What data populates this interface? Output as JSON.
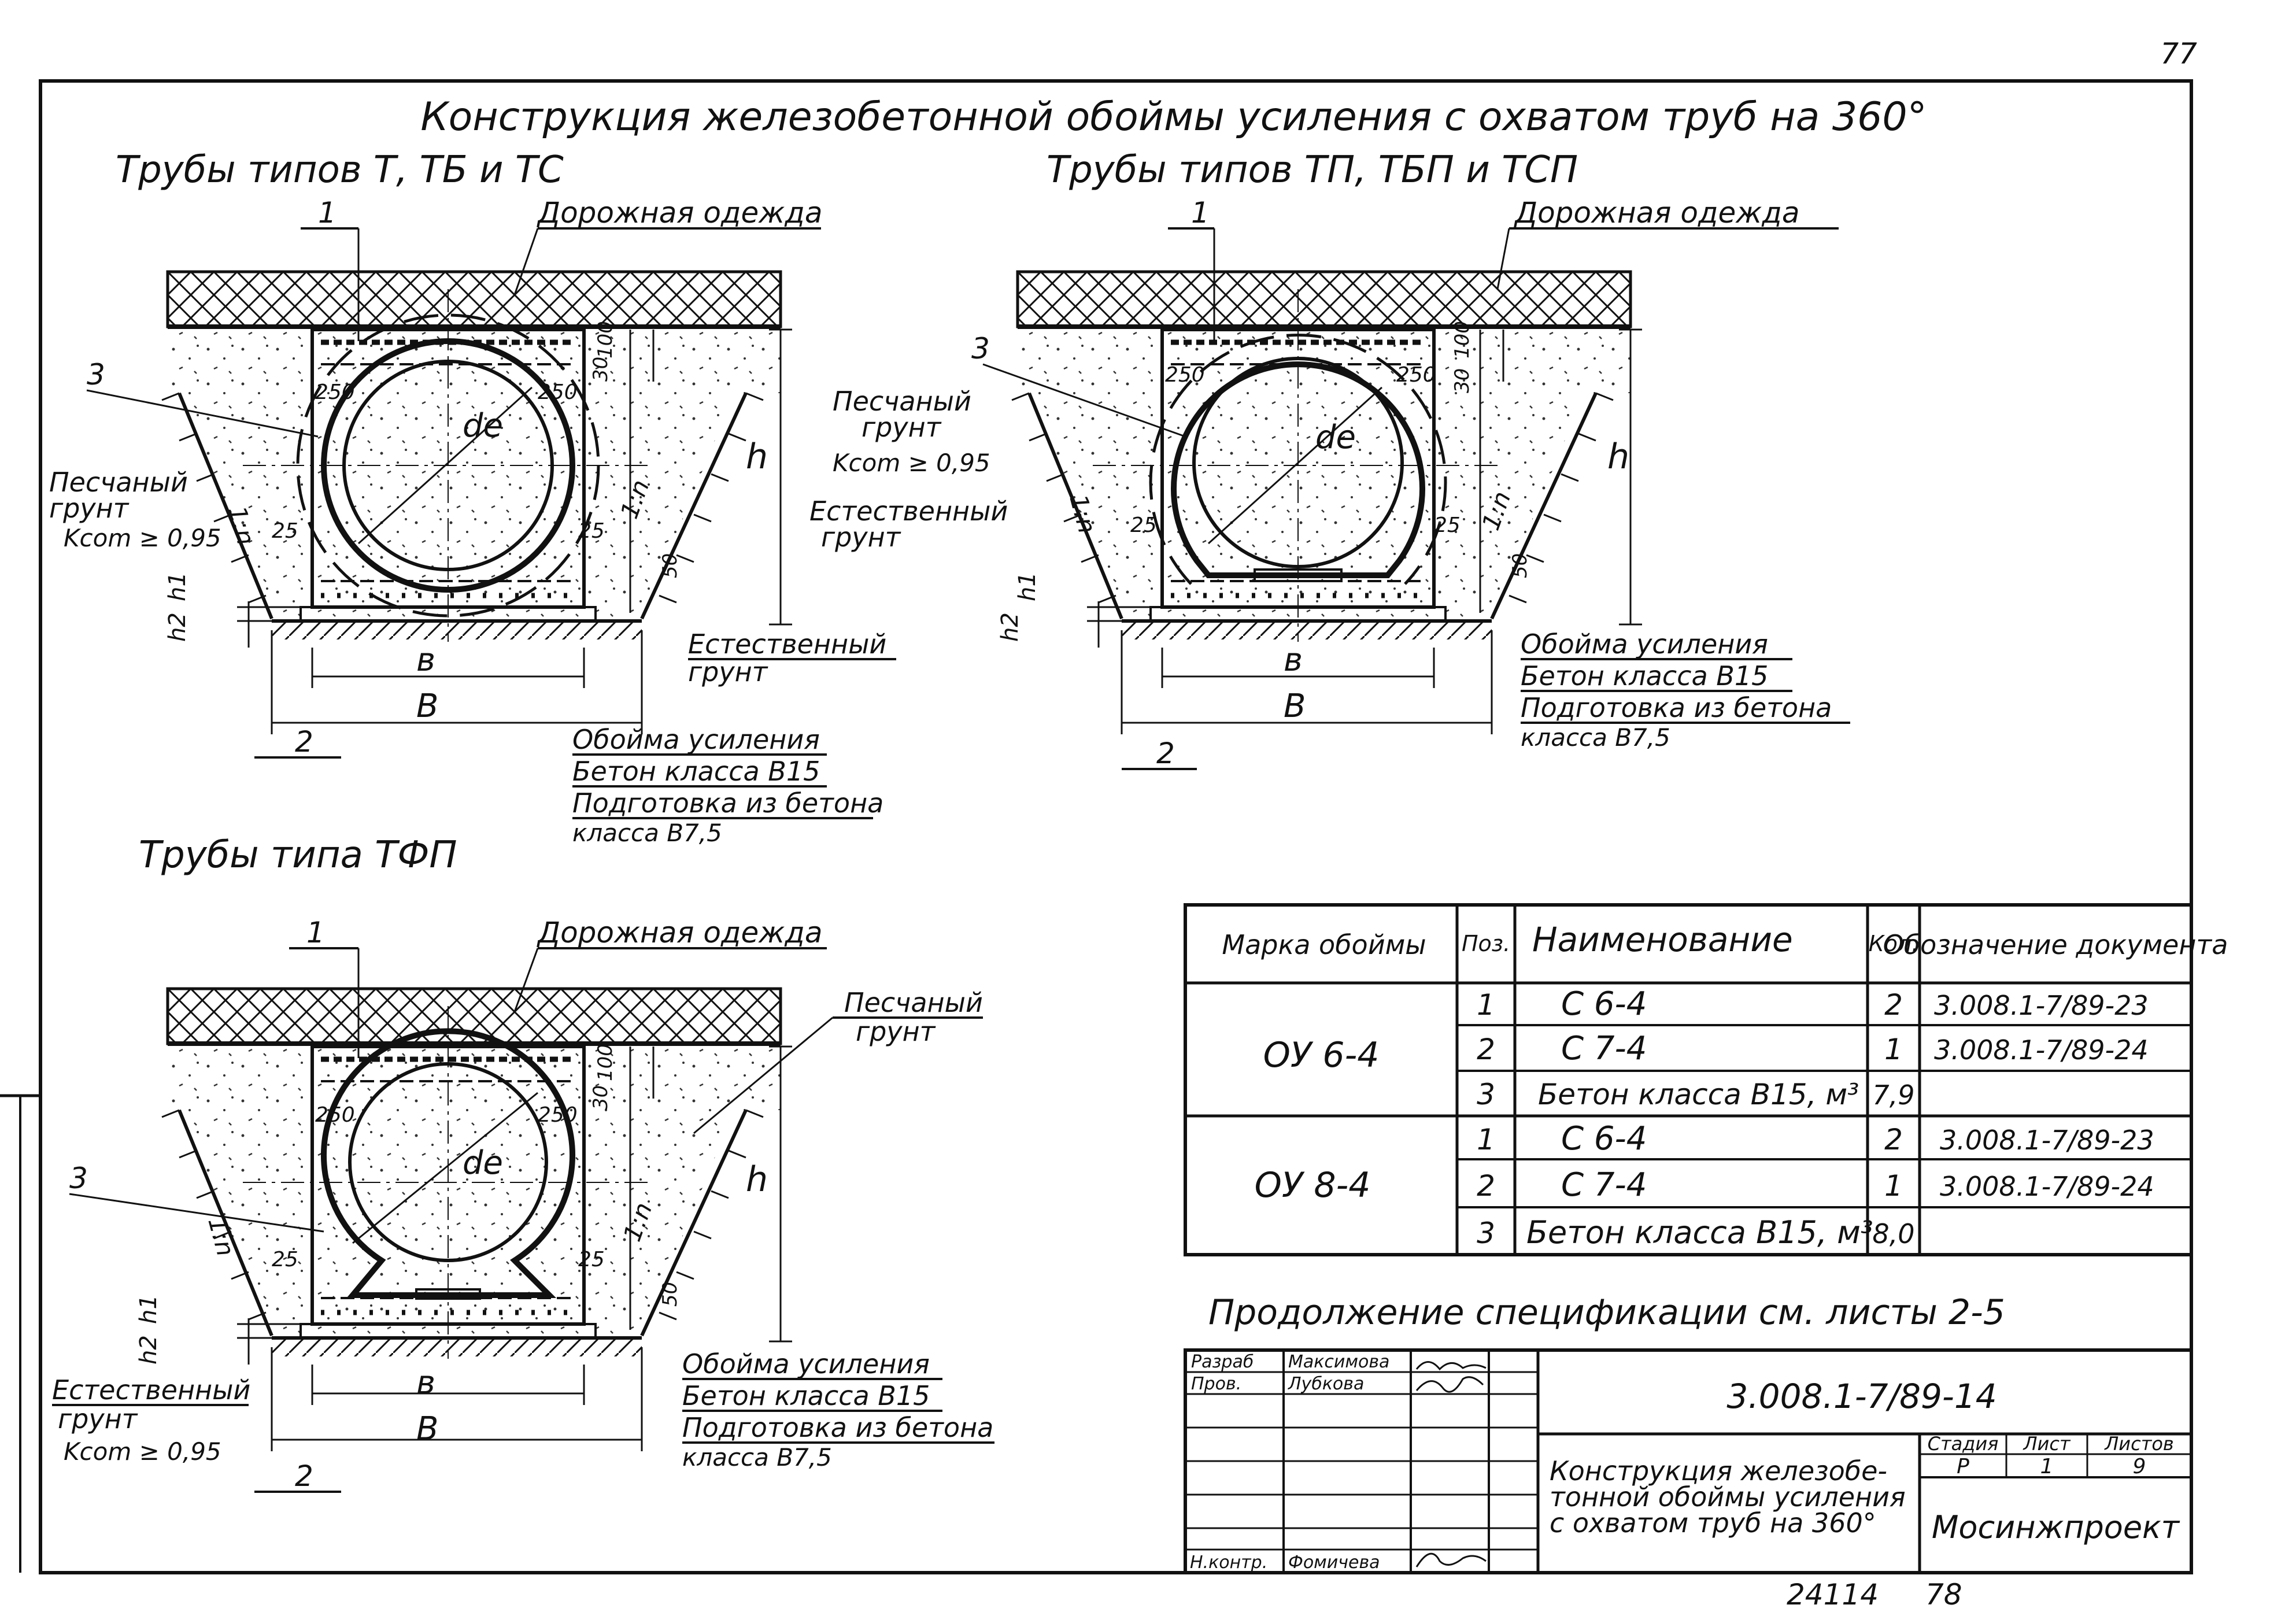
{
  "page_number": "77",
  "title": "Конструкция железобетонной обоймы усиления с охватом труб на 360°",
  "sections": [
    {
      "heading": "Трубы типов Т, ТБ и ТС"
    },
    {
      "heading": "Трубы типов ТП, ТБП и ТСП"
    },
    {
      "heading": "Трубы типа ТФП"
    }
  ],
  "labels": {
    "road": "Дорожная одежда",
    "sand": "Песчаный грунт",
    "sand_line1": "Песчаный",
    "sand_line2": "грунт",
    "kcom": "Kcom ≥ 0,95",
    "natural": "Естественный грунт",
    "natural_line1": "Естественный",
    "natural_line2": "грунт",
    "cage": "Обойма усиления",
    "concrete": "Бетон класса В15",
    "prep": "Подготовка из бетона",
    "prep2": "класса В7,5",
    "de": "de",
    "h": "h",
    "h1": "h1",
    "h2": "h2",
    "b_small": "в",
    "b_big": "В",
    "slope": "1:n",
    "pos1": "1",
    "pos2": "2",
    "pos3": "3",
    "d250": "250",
    "d25": "25",
    "d30": "30",
    "d100": "100",
    "d50": "50"
  },
  "table": {
    "headers": [
      "Марка обоймы",
      "Поз.",
      "Наименование",
      "Кол.",
      "Обозначение документа"
    ],
    "groups": [
      {
        "mark": "ОУ 6-4",
        "rows": [
          {
            "pos": "1",
            "name": "С 6-4",
            "qty": "2",
            "doc": "3.008.1-7/89-23"
          },
          {
            "pos": "2",
            "name": "С 7-4",
            "qty": "1",
            "doc": "3.008.1-7/89-24"
          },
          {
            "pos": "3",
            "name": "Бетон класса В15, м³",
            "qty": "7,9",
            "doc": ""
          }
        ]
      },
      {
        "mark": "ОУ 8-4",
        "rows": [
          {
            "pos": "1",
            "name": "С 6-4",
            "qty": "2",
            "doc": "3.008.1-7/89-23"
          },
          {
            "pos": "2",
            "name": "С 7-4",
            "qty": "1",
            "doc": "3.008.1-7/89-24"
          },
          {
            "pos": "3",
            "name": "Бетон класса В15, м³",
            "qty": "8,0",
            "doc": ""
          }
        ]
      }
    ]
  },
  "continuation_note": "Продолжение спецификации см. листы 2-5",
  "stamp": {
    "roles": [
      "Разраб",
      "Пров.",
      "",
      "",
      "",
      "",
      "Н.контр."
    ],
    "names": [
      "Максимова",
      "Лубкова",
      "",
      "",
      "",
      "",
      "Фомичева"
    ],
    "doc_code": "3.008.1-7/89-14",
    "doc_title": "Конструкция железобетонной обоймы усиления с охватом труб на 360°",
    "doc_title_lines": [
      "Конструкция железобе-",
      "тонной обоймы усиления",
      "с охватом труб на 360°"
    ],
    "stage_label": "Стадия",
    "sheet_label": "Лист",
    "sheets_label": "Листов",
    "stage": "Р",
    "sheet": "1",
    "sheets": "9",
    "org": "Мосинжпроект"
  },
  "footer": {
    "inv": "24114",
    "num": "78"
  }
}
